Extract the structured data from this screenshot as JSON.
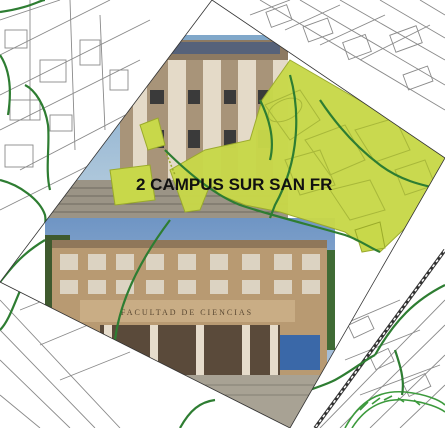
{
  "map": {
    "campus_label": "2  CAMPUS SUR SAN FR",
    "photo_top_facade_text": "",
    "photo_bottom_facade_text": "FACULTAD DE CIENCIAS"
  },
  "colors": {
    "campus_fill": "#c8d84a",
    "boundary_green": "#2e7d32",
    "street_lines": "#8a8a8a",
    "river_green": "#3c9a3c",
    "label_text": "#111111"
  },
  "icons": [
    "railway-track",
    "river",
    "campus-area",
    "photo-inset"
  ]
}
